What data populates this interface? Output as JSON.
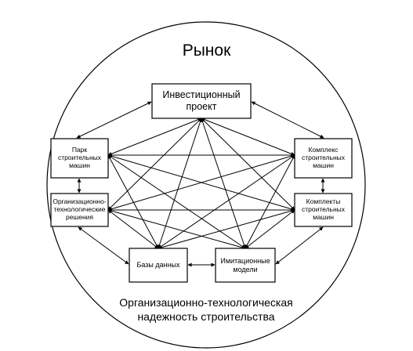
{
  "title": "Рынок",
  "caption": "Организационно-технологическая\nнадежность строительства",
  "nodes": {
    "investment_project": "Инвестиционный\nпроект",
    "machine_park": "Парк\nстроительных\nмашин",
    "org_tech_solutions": "Организационно-\nтехнологические\nрешения",
    "databases": "Базы данных",
    "simulation_models": "Имитационные\nмодели",
    "machine_complex": "Комплекс\nстроительных\nмашин",
    "machine_sets": "Комплекты\nстроительных\nмашин"
  },
  "colors": {
    "stroke": "#000000",
    "background": "#ffffff"
  }
}
